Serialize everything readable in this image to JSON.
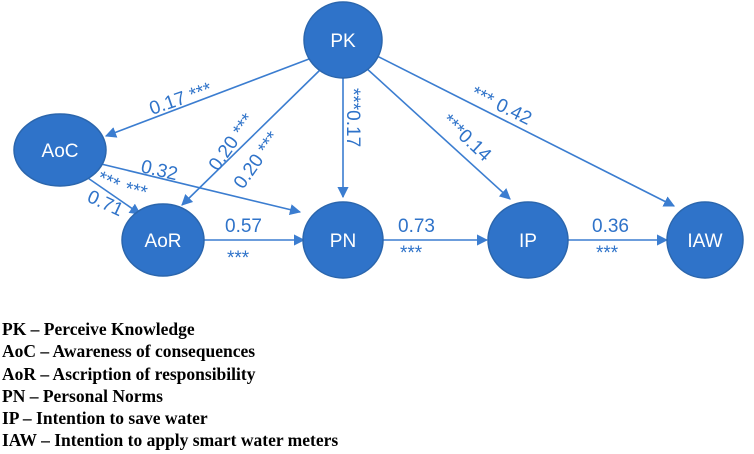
{
  "colors": {
    "node_fill": "#2f73c9",
    "node_stroke": "#2b66ad",
    "edge": "#3b7dd0",
    "label": "#2f73c9"
  },
  "nodes": {
    "pk": "PK",
    "aoc": "AoC",
    "aor": "AoR",
    "pn": "PN",
    "ip": "IP",
    "iaw": "IAW"
  },
  "edges": {
    "pk_aoc": "0.17 ***",
    "pk_aor": "0.20 ***",
    "pk_pn": "***0.17",
    "pk_ip": "***0.14",
    "pk_iaw": "*** 0.42",
    "aoc_pn_value": "0.32",
    "aoc_pn_sig": "***",
    "aoc_aor_sig": "***",
    "aoc_aor_value": "0.71",
    "aor_pn_value": "0.57",
    "aor_pn_sig": "***",
    "pn_ip_value": "0.73",
    "pn_ip_sig": "***",
    "ip_iaw_value": "0.36",
    "ip_iaw_sig": "***"
  },
  "legend": [
    "PK – Perceive Knowledge",
    "AoC – Awareness of consequences",
    "AoR – Ascription of responsibility",
    "PN – Personal Norms",
    "IP – Intention to save water",
    "IAW – Intention to apply smart water meters"
  ]
}
